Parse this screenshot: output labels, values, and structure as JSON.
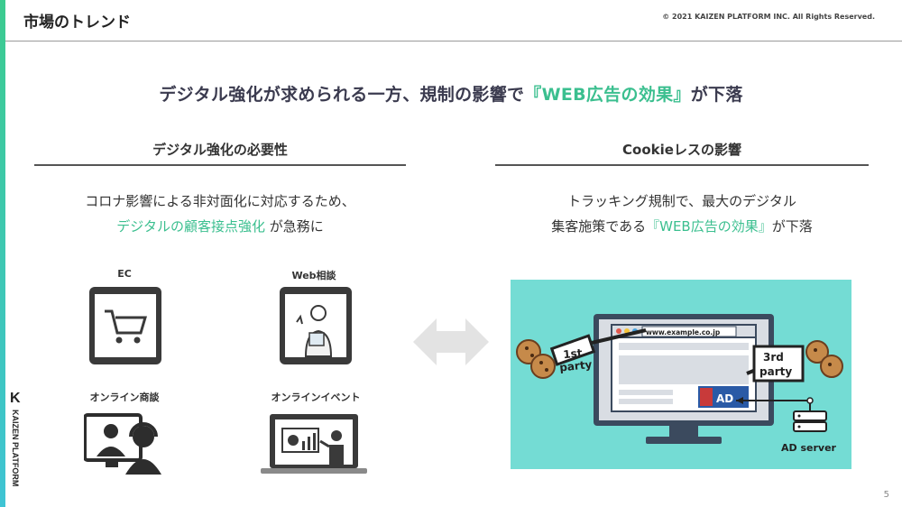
{
  "header": {
    "title": "市場のトレンド",
    "copyright": "© 2021 KAIZEN PLATFORM INC. All Rights Reserved."
  },
  "headline": {
    "prefix": "デジタル強化が求められる一方、規制の影響で",
    "highlight": "『WEB広告の効果』",
    "suffix": "が下落"
  },
  "left": {
    "title": "デジタル強化の必要性",
    "line1": "コロナ影響による非対面化に対応するため、",
    "line2_highlight": "デジタルの顧客接点強化",
    "line2_rest": " が急務に",
    "items": [
      {
        "label": "EC",
        "icon": "tablet-cart-icon"
      },
      {
        "label": "Web相談",
        "icon": "tablet-consultant-icon"
      },
      {
        "label": "オンライン商談",
        "icon": "video-meeting-icon"
      },
      {
        "label": "オンラインイベント",
        "icon": "laptop-presentation-icon"
      }
    ]
  },
  "right": {
    "title": "Cookieレスの影響",
    "line1": "トラッキング規制で、最大のデジタル",
    "line2_prefix": "集客施策である",
    "line2_highlight": "『WEB広告の効果』",
    "line2_suffix": "が下落",
    "diagram": {
      "url": "www.example.co.jp",
      "first_party": "1st\nparty",
      "first_party_l1": "1st",
      "first_party_l2": "party",
      "third_party_l1": "3rd",
      "third_party_l2": "party",
      "ad_label": "AD",
      "server_label": "AD server"
    }
  },
  "brand": "KAIZEN PLATFORM",
  "page_number": "5",
  "colors": {
    "accent": "#3bbf8f",
    "diagram_bg": "#74dcd4",
    "arrow": "#e3e3e3"
  }
}
